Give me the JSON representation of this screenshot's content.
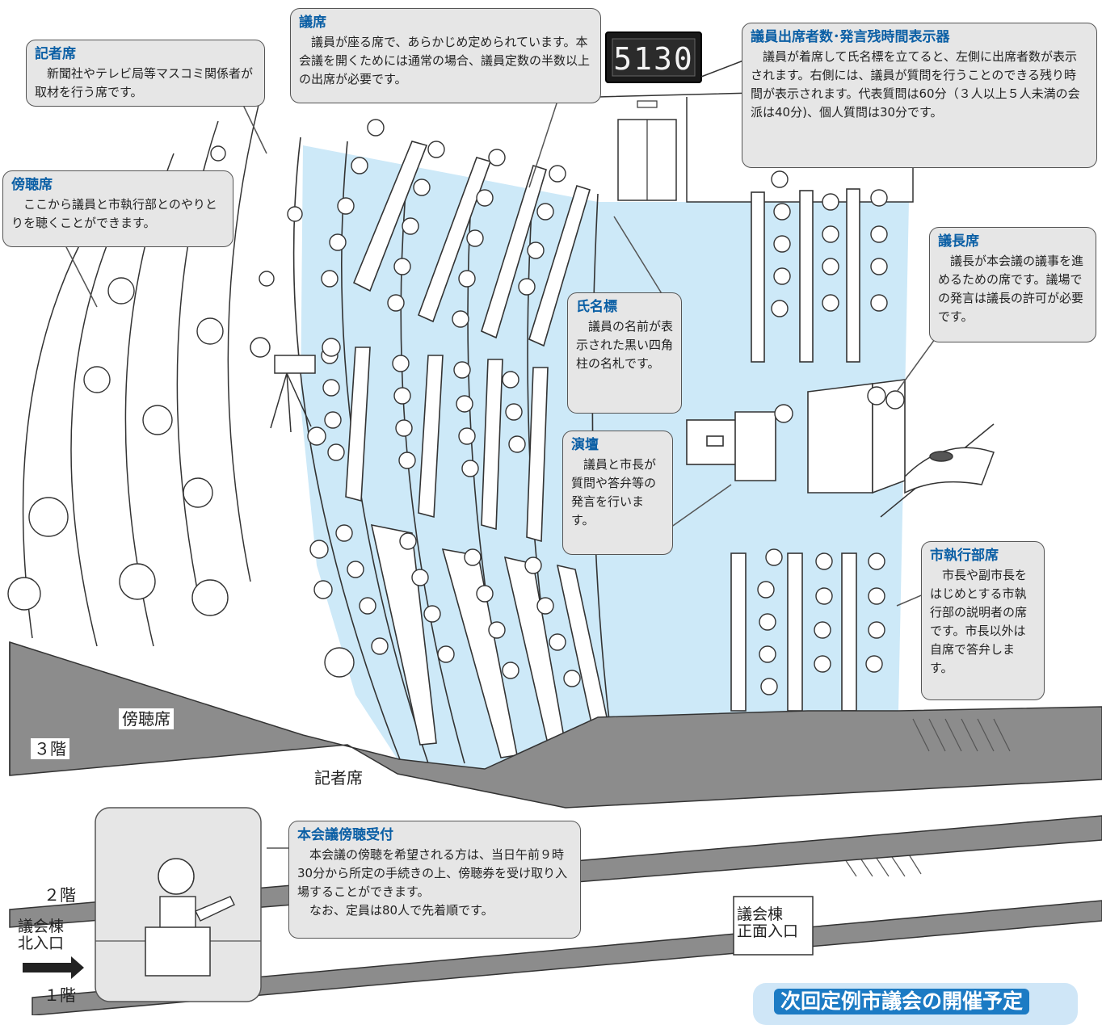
{
  "callouts": {
    "press": {
      "title": "記者席",
      "body": "新聞社やテレビ局等マスコミ関係者が取材を行う席です。"
    },
    "members": {
      "title": "議席",
      "body": "議員が座る席で、あらかじめ定められています。本会議を開くためには通常の場合、議員定数の半数以上の出席が必要です。"
    },
    "display": {
      "title": "議員出席者数･発言残時間表示器",
      "body": "議員が着席して氏名標を立てると、左側に出席者数が表示されます。右側には、議員が質問を行うことのできる残り時間が表示されます。代表質問は60分（３人以上５人未満の会派は40分)、個人質問は30分です。"
    },
    "gallery": {
      "title": "傍聴席",
      "body": "ここから議員と市執行部とのやりとりを聴くことができます。"
    },
    "chair": {
      "title": "議長席",
      "body": "議長が本会議の議事を進めるための席です。議場での発言は議長の許可が必要です。"
    },
    "nameplate": {
      "title": "氏名標",
      "body": "議員の名前が表示された黒い四角柱の名札です。"
    },
    "podium": {
      "title": "演壇",
      "body": "議員と市長が質問や答弁等の発言を行います。"
    },
    "executive": {
      "title": "市執行部席",
      "body": "市長や副市長をはじめとする市執行部の説明者の席です。市長以外は自席で答弁します。"
    },
    "reception": {
      "title": "本会議傍聴受付",
      "body": "本会議の傍聴を希望される方は、当日午前９時30分から所定の手続きの上、傍聴券を受け取り入場することができます。",
      "note": "なお、定員は80人で先着順です。"
    }
  },
  "display_digits": "5130",
  "labels": {
    "gallery_seat": "傍聴席",
    "floor3": "３階",
    "press_seat": "記者席",
    "floor2": "２階",
    "floor1": "１階",
    "north_entrance_1": "議会棟",
    "north_entrance_2": "北入口",
    "front_entrance_1": "議会棟",
    "front_entrance_2": "正面入口"
  },
  "banner": "次回定例市議会の開催予定",
  "colors": {
    "chamber_floor": "#cde9f8",
    "floor_band": "#8c8c8c",
    "callout_bg": "#e6e6e6",
    "title_blue": "#0b5fa5",
    "banner_bg": "#cfe6f7",
    "banner_text_bg": "#1c7bc4"
  }
}
